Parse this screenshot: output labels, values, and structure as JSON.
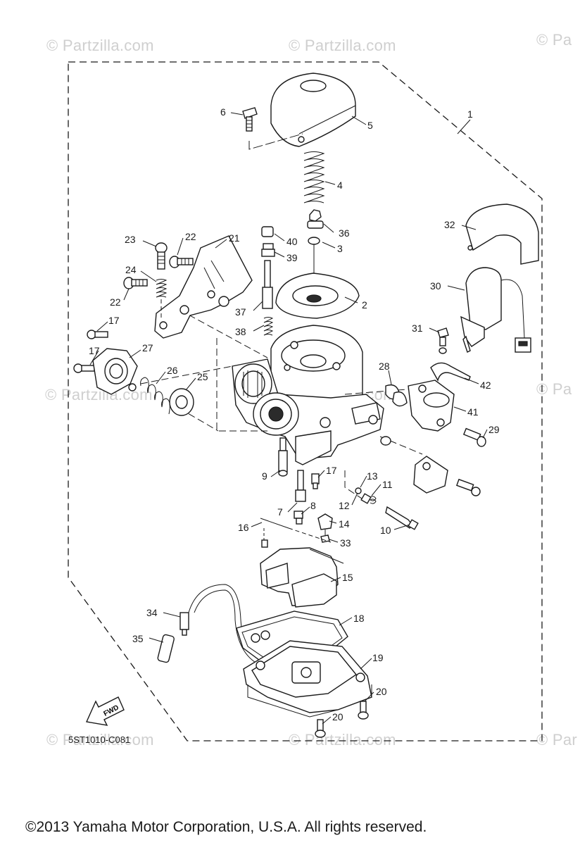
{
  "watermark": {
    "text": "© Partzilla.com",
    "text_partial": "© Pa",
    "text_partial2": "© Par"
  },
  "callouts": [
    {
      "id": "1",
      "label": "1"
    },
    {
      "id": "2",
      "label": "2"
    },
    {
      "id": "3",
      "label": "3"
    },
    {
      "id": "4",
      "label": "4"
    },
    {
      "id": "5",
      "label": "5"
    },
    {
      "id": "6",
      "label": "6"
    },
    {
      "id": "7",
      "label": "7"
    },
    {
      "id": "8",
      "label": "8"
    },
    {
      "id": "9",
      "label": "9"
    },
    {
      "id": "10",
      "label": "10"
    },
    {
      "id": "11",
      "label": "11"
    },
    {
      "id": "12",
      "label": "12"
    },
    {
      "id": "13",
      "label": "13"
    },
    {
      "id": "14",
      "label": "14"
    },
    {
      "id": "15",
      "label": "15"
    },
    {
      "id": "16",
      "label": "16"
    },
    {
      "id": "17a",
      "label": "17"
    },
    {
      "id": "17b",
      "label": "17"
    },
    {
      "id": "17c",
      "label": "17"
    },
    {
      "id": "18",
      "label": "18"
    },
    {
      "id": "19",
      "label": "19"
    },
    {
      "id": "20a",
      "label": "20"
    },
    {
      "id": "20b",
      "label": "20"
    },
    {
      "id": "21",
      "label": "21"
    },
    {
      "id": "22a",
      "label": "22"
    },
    {
      "id": "22b",
      "label": "22"
    },
    {
      "id": "23",
      "label": "23"
    },
    {
      "id": "24",
      "label": "24"
    },
    {
      "id": "25",
      "label": "25"
    },
    {
      "id": "26",
      "label": "26"
    },
    {
      "id": "27",
      "label": "27"
    },
    {
      "id": "28",
      "label": "28"
    },
    {
      "id": "29",
      "label": "29"
    },
    {
      "id": "30",
      "label": "30"
    },
    {
      "id": "31",
      "label": "31"
    },
    {
      "id": "32",
      "label": "32"
    },
    {
      "id": "33",
      "label": "33"
    },
    {
      "id": "34",
      "label": "34"
    },
    {
      "id": "35",
      "label": "35"
    },
    {
      "id": "36",
      "label": "36"
    },
    {
      "id": "37",
      "label": "37"
    },
    {
      "id": "38",
      "label": "38"
    },
    {
      "id": "39",
      "label": "39"
    },
    {
      "id": "40",
      "label": "40"
    },
    {
      "id": "41",
      "label": "41"
    },
    {
      "id": "42",
      "label": "42"
    }
  ],
  "fwd_label": "FWD",
  "drawing_code": "5ST1010-C081",
  "copyright": "©2013  Yamaha Motor Corporation, U.S.A. All rights reserved."
}
